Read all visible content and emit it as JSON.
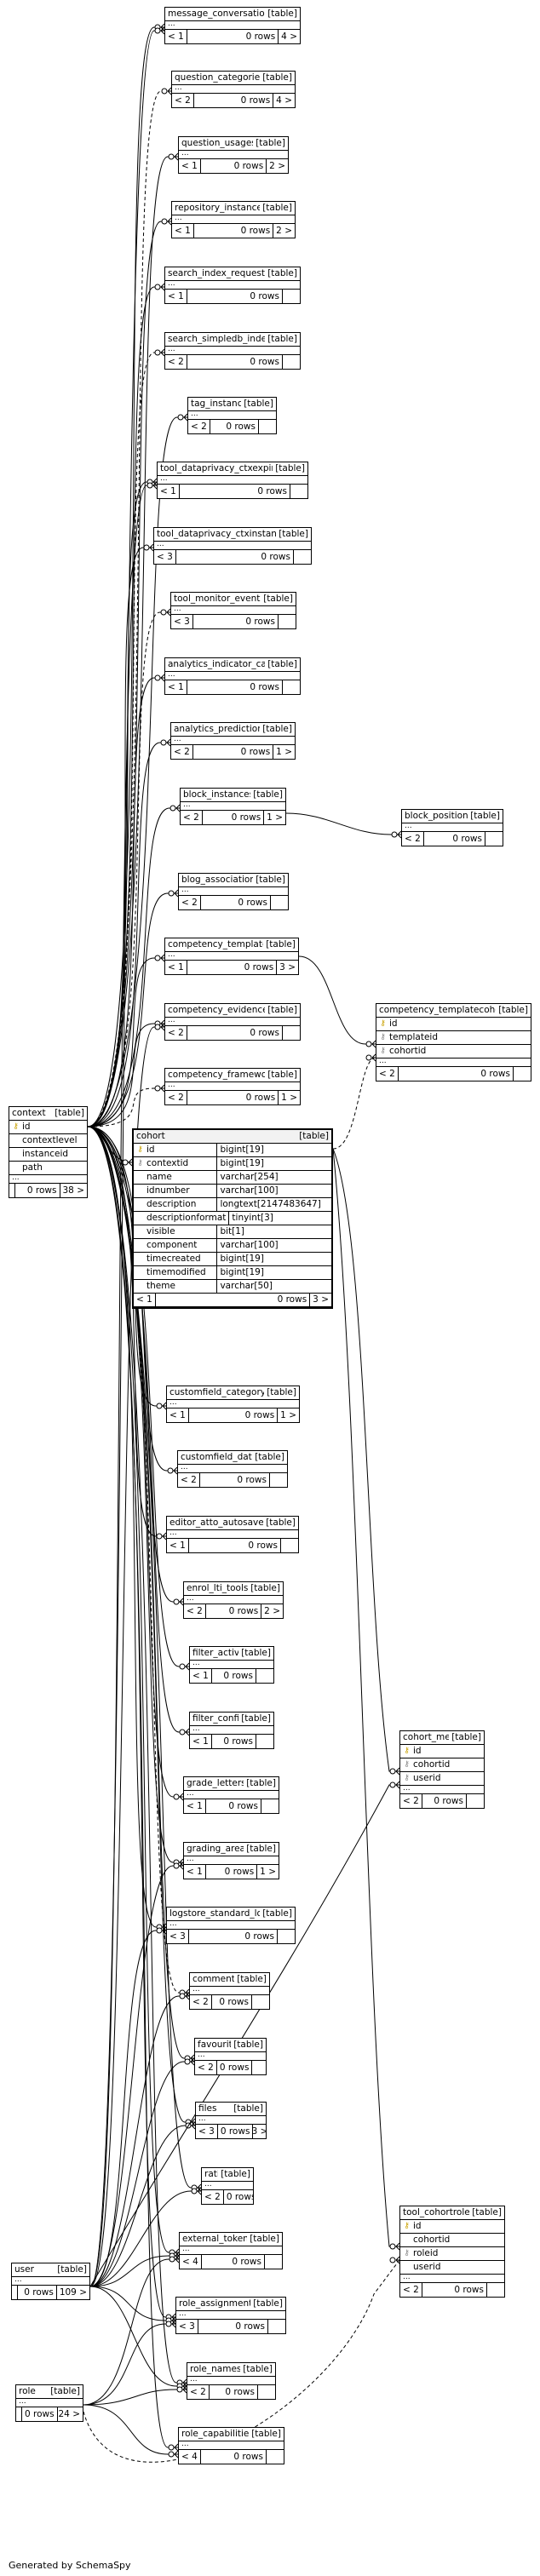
{
  "footer": "Generated by SchemaSpy",
  "type_label": "[table]",
  "tables": [
    {
      "id": "message_conversations",
      "name": "message_conversations",
      "foot": [
        "< 1",
        "0 rows",
        "4 >"
      ]
    },
    {
      "id": "question_categories",
      "name": "question_categories",
      "foot": [
        "< 2",
        "0 rows",
        "4 >"
      ]
    },
    {
      "id": "question_usages",
      "name": "question_usages",
      "foot": [
        "< 1",
        "0 rows",
        "2 >"
      ]
    },
    {
      "id": "repository_instances",
      "name": "repository_instances",
      "foot": [
        "< 1",
        "0 rows",
        "2 >"
      ]
    },
    {
      "id": "search_index_requests",
      "name": "search_index_requests",
      "foot": [
        "< 1",
        "0 rows",
        ""
      ]
    },
    {
      "id": "search_simpledb_index",
      "name": "search_simpledb_index",
      "foot": [
        "< 2",
        "0 rows",
        ""
      ]
    },
    {
      "id": "tag_instance",
      "name": "tag_instance",
      "foot": [
        "< 2",
        "0 rows",
        ""
      ]
    },
    {
      "id": "tool_dataprivacy_ctxexpired",
      "name": "tool_dataprivacy_ctxexpired",
      "foot": [
        "< 1",
        "0 rows",
        ""
      ]
    },
    {
      "id": "tool_dataprivacy_ctxinstance",
      "name": "tool_dataprivacy_ctxinstance",
      "foot": [
        "< 3",
        "0 rows",
        ""
      ]
    },
    {
      "id": "tool_monitor_events",
      "name": "tool_monitor_events",
      "foot": [
        "< 3",
        "0 rows",
        ""
      ]
    },
    {
      "id": "analytics_indicator_calc",
      "name": "analytics_indicator_calc",
      "foot": [
        "< 1",
        "0 rows",
        ""
      ]
    },
    {
      "id": "analytics_predictions",
      "name": "analytics_predictions",
      "foot": [
        "< 2",
        "0 rows",
        "1 >"
      ]
    },
    {
      "id": "block_instances",
      "name": "block_instances",
      "foot": [
        "< 2",
        "0 rows",
        "1 >"
      ]
    },
    {
      "id": "block_positions",
      "name": "block_positions",
      "foot": [
        "< 2",
        "0 rows",
        ""
      ]
    },
    {
      "id": "blog_association",
      "name": "blog_association",
      "foot": [
        "< 2",
        "0 rows",
        ""
      ]
    },
    {
      "id": "competency_template",
      "name": "competency_template",
      "foot": [
        "< 1",
        "0 rows",
        "3 >"
      ]
    },
    {
      "id": "competency_evidence",
      "name": "competency_evidence",
      "foot": [
        "< 2",
        "0 rows",
        ""
      ]
    },
    {
      "id": "competency_framework",
      "name": "competency_framework",
      "foot": [
        "< 2",
        "0 rows",
        "1 >"
      ]
    },
    {
      "id": "competency_templatecohort",
      "name": "competency_templatecohort",
      "columns": [
        {
          "name": "id",
          "key": "pk"
        },
        {
          "name": "templateid",
          "key": "fk"
        },
        {
          "name": "cohortid",
          "key": "fk"
        }
      ],
      "foot": [
        "< 2",
        "0 rows",
        ""
      ]
    },
    {
      "id": "context",
      "name": "context",
      "columns": [
        {
          "name": "id",
          "key": "pk"
        },
        {
          "name": "contextlevel",
          "key": ""
        },
        {
          "name": "instanceid",
          "key": ""
        },
        {
          "name": "path",
          "key": ""
        }
      ],
      "foot": [
        "",
        "0 rows",
        "38 >"
      ]
    },
    {
      "id": "customfield_category",
      "name": "customfield_category",
      "foot": [
        "< 1",
        "0 rows",
        "1 >"
      ]
    },
    {
      "id": "customfield_data",
      "name": "customfield_data",
      "foot": [
        "< 2",
        "0 rows",
        ""
      ]
    },
    {
      "id": "editor_atto_autosave",
      "name": "editor_atto_autosave",
      "foot": [
        "< 1",
        "0 rows",
        ""
      ]
    },
    {
      "id": "enrol_lti_tools",
      "name": "enrol_lti_tools",
      "foot": [
        "< 2",
        "0 rows",
        "2 >"
      ]
    },
    {
      "id": "filter_active",
      "name": "filter_active",
      "foot": [
        "< 1",
        "0 rows",
        ""
      ]
    },
    {
      "id": "filter_config",
      "name": "filter_config",
      "foot": [
        "< 1",
        "0 rows",
        ""
      ]
    },
    {
      "id": "grade_letters",
      "name": "grade_letters",
      "foot": [
        "< 1",
        "0 rows",
        ""
      ]
    },
    {
      "id": "grading_areas",
      "name": "grading_areas",
      "foot": [
        "< 1",
        "0 rows",
        "1 >"
      ]
    },
    {
      "id": "logstore_standard_log",
      "name": "logstore_standard_log",
      "foot": [
        "< 3",
        "0 rows",
        ""
      ]
    },
    {
      "id": "comments",
      "name": "comments",
      "foot": [
        "< 2",
        "0 rows",
        ""
      ]
    },
    {
      "id": "favourite",
      "name": "favourite",
      "foot": [
        "< 2",
        "0 rows",
        ""
      ]
    },
    {
      "id": "files",
      "name": "files",
      "foot": [
        "< 3",
        "0 rows",
        "3 >"
      ]
    },
    {
      "id": "rating",
      "name": "rating",
      "foot": [
        "< 2",
        "0 rows",
        ""
      ]
    },
    {
      "id": "external_tokens",
      "name": "external_tokens",
      "foot": [
        "< 4",
        "0 rows",
        ""
      ]
    },
    {
      "id": "role_assignments",
      "name": "role_assignments",
      "foot": [
        "< 3",
        "0 rows",
        ""
      ]
    },
    {
      "id": "role_names",
      "name": "role_names",
      "foot": [
        "< 2",
        "0 rows",
        ""
      ]
    },
    {
      "id": "role_capabilities",
      "name": "role_capabilities",
      "foot": [
        "< 4",
        "0 rows",
        ""
      ]
    },
    {
      "id": "cohort_members",
      "name": "cohort_members",
      "columns": [
        {
          "name": "id",
          "key": "pk"
        },
        {
          "name": "cohortid",
          "key": "fk"
        },
        {
          "name": "userid",
          "key": "fk"
        }
      ],
      "foot": [
        "< 2",
        "0 rows",
        ""
      ]
    },
    {
      "id": "tool_cohortroles",
      "name": "tool_cohortroles",
      "columns": [
        {
          "name": "id",
          "key": "pk"
        },
        {
          "name": "cohortid",
          "key": ""
        },
        {
          "name": "roleid",
          "key": "fk"
        },
        {
          "name": "userid",
          "key": ""
        }
      ],
      "foot": [
        "< 2",
        "0 rows",
        ""
      ]
    },
    {
      "id": "user",
      "name": "user",
      "foot": [
        "",
        "0 rows",
        "109 >"
      ]
    },
    {
      "id": "role",
      "name": "role",
      "foot": [
        "",
        "0 rows",
        "24 >"
      ]
    }
  ],
  "cohort": {
    "name": "cohort",
    "columns": [
      {
        "name": "id",
        "type": "bigint[19]",
        "key": "pk"
      },
      {
        "name": "contextid",
        "type": "bigint[19]",
        "key": "fk"
      },
      {
        "name": "name",
        "type": "varchar[254]",
        "key": ""
      },
      {
        "name": "idnumber",
        "type": "varchar[100]",
        "key": ""
      },
      {
        "name": "description",
        "type": "longtext[2147483647]",
        "key": ""
      },
      {
        "name": "descriptionformat",
        "type": "tinyint[3]",
        "key": ""
      },
      {
        "name": "visible",
        "type": "bit[1]",
        "key": ""
      },
      {
        "name": "component",
        "type": "varchar[100]",
        "key": ""
      },
      {
        "name": "timecreated",
        "type": "bigint[19]",
        "key": ""
      },
      {
        "name": "timemodified",
        "type": "bigint[19]",
        "key": ""
      },
      {
        "name": "theme",
        "type": "varchar[50]",
        "key": ""
      }
    ],
    "foot": [
      "< 1",
      "0 rows",
      "3 >"
    ]
  }
}
